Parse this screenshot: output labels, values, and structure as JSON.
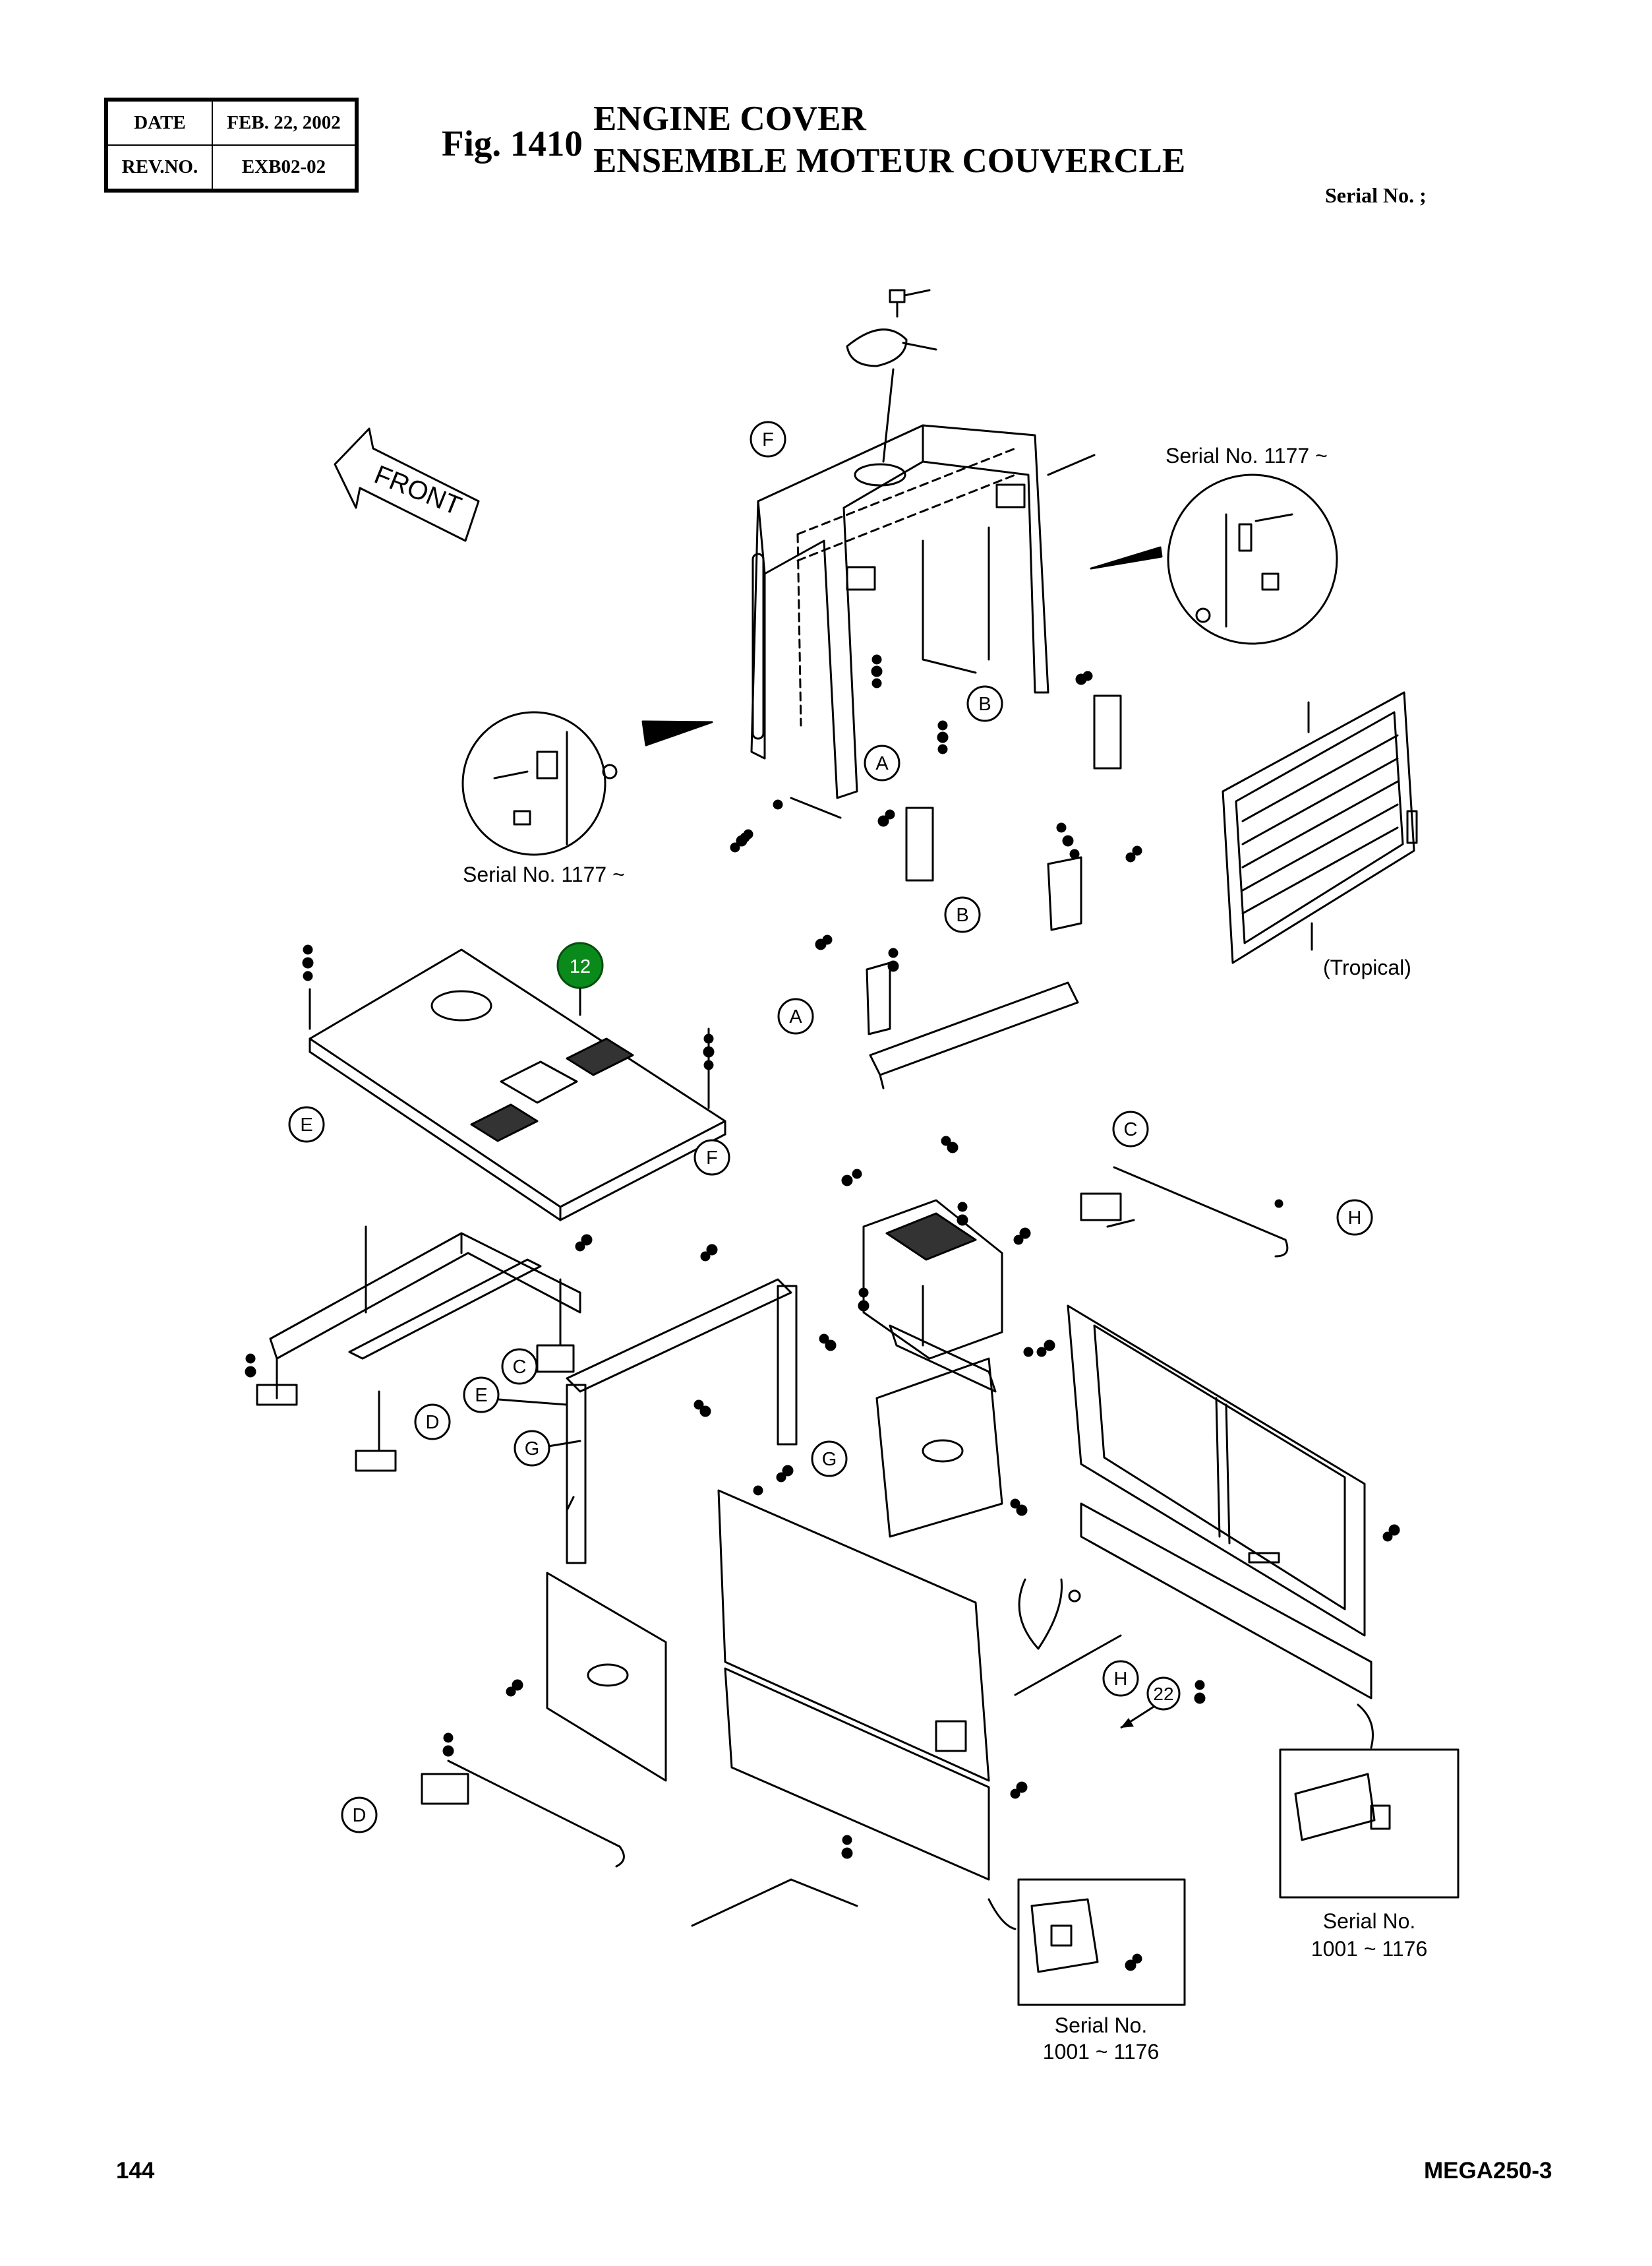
{
  "header": {
    "date_label": "DATE",
    "date_value": "FEB. 22, 2002",
    "rev_label": "REV.NO.",
    "rev_value": "EXB02-02",
    "fig_number": "Fig. 1410",
    "title_en": "ENGINE COVER",
    "title_fr": "ENSEMBLE MOTEUR COUVERCLE",
    "serial_label": "Serial No. ;"
  },
  "direction_label": "FRONT",
  "reference_letters": [
    "A",
    "B",
    "C",
    "D",
    "E",
    "F",
    "G",
    "H"
  ],
  "callouts": {
    "part_12": "12",
    "part_22": "22",
    "part_12_color": "#0a8a1a"
  },
  "detail_labels": {
    "serial_1177_right": "Serial No. 1177 ~",
    "serial_1177_left": "Serial No. 1177 ~",
    "tropical": "(Tropical)",
    "serial_range_right_line1": "Serial No.",
    "serial_range_right_line2": "1001 ~ 1176",
    "serial_range_bottom_line1": "Serial No.",
    "serial_range_bottom_line2": "1001 ~ 1176"
  },
  "footer": {
    "page_number": "144",
    "model_code": "MEGA250-3"
  }
}
